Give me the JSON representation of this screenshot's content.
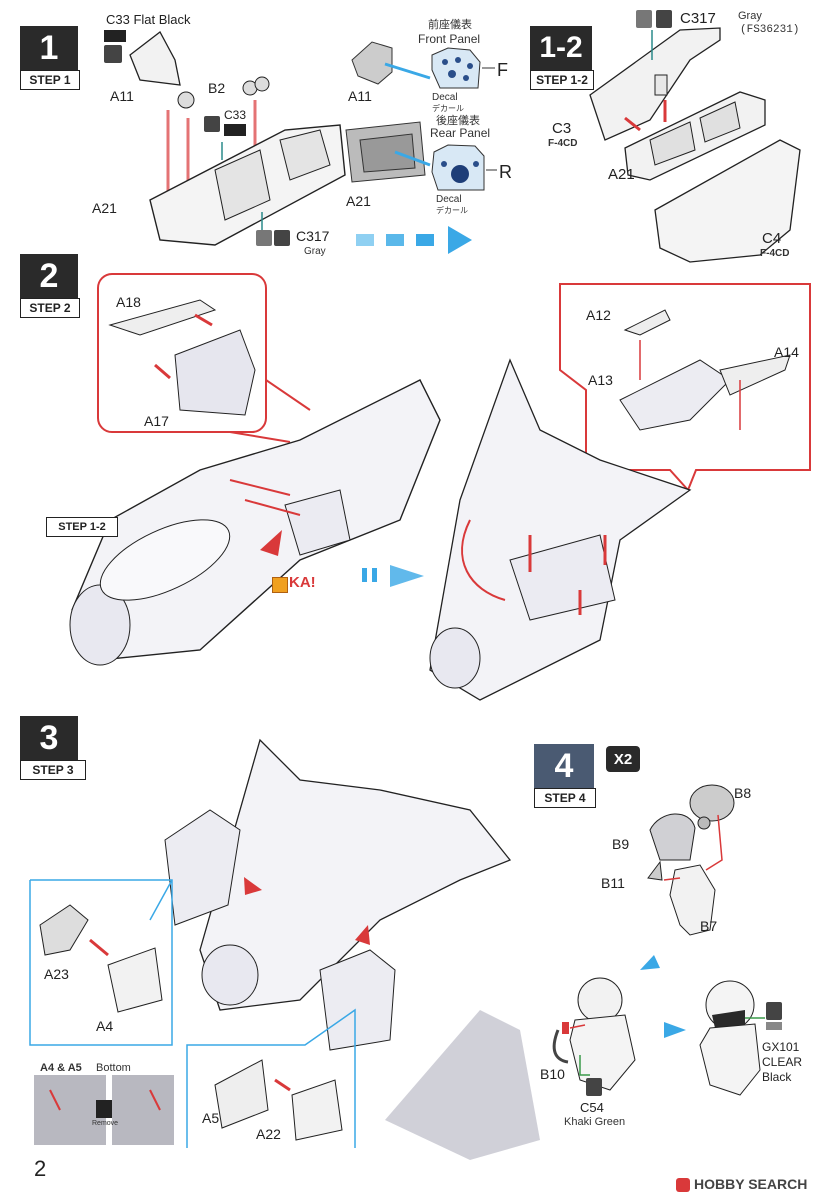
{
  "steps": {
    "s1": {
      "number": "1",
      "label": "STEP 1"
    },
    "s1_2": {
      "number": "1-2",
      "label": "STEP 1-2"
    },
    "s2": {
      "number": "2",
      "label": "STEP 2"
    },
    "s3": {
      "number": "3",
      "label": "STEP 3"
    },
    "s4": {
      "number": "4",
      "label": "STEP 4",
      "multiplier": "X2"
    }
  },
  "step1": {
    "c33_flat_black": "C33 Flat Black",
    "a11": "A11",
    "b2": "B2",
    "c33": "C33",
    "a21": "A21",
    "c317": "C317",
    "gray": "Gray"
  },
  "panels": {
    "a11": "A11",
    "a21": "A21",
    "front_jp": "前座儀表",
    "front_en": "Front Panel",
    "front_letter": "F",
    "rear_jp": "後座儀表",
    "rear_en": "Rear Panel",
    "rear_letter": "R",
    "decal_en": "Decal",
    "decal_jp": "デカール"
  },
  "step1_2": {
    "c317": "C317",
    "gray": "Gray",
    "fs": "(FS36231)",
    "c3": "C3",
    "c3_variant": "F-4CD",
    "a21": "A21",
    "c4": "C4",
    "c4_variant": "F-4CD"
  },
  "step2": {
    "a18": "A18",
    "a17": "A17",
    "step_ref": "STEP 1-2",
    "ka": "KA!",
    "a12": "A12",
    "a13": "A13",
    "a14": "A14"
  },
  "step3": {
    "a23": "A23",
    "a4": "A4",
    "a4a5": "A4 & A5",
    "bottom": "Bottom",
    "remove": "Remove",
    "a5": "A5",
    "a22": "A22"
  },
  "step4": {
    "b8": "B8",
    "b9": "B9",
    "b11": "B11",
    "b7": "B7",
    "b10": "B10",
    "c54": "C54",
    "khaki": "Khaki Green",
    "gx101": "GX101",
    "clear": "CLEAR",
    "black": "Black"
  },
  "footer": {
    "page": "2",
    "watermark": "HOBBY SEARCH"
  },
  "colors": {
    "accent_red": "#d9393a",
    "accent_blue": "#3aa8e6",
    "gray_paint": "#777777",
    "green": "#3a9a4a"
  }
}
